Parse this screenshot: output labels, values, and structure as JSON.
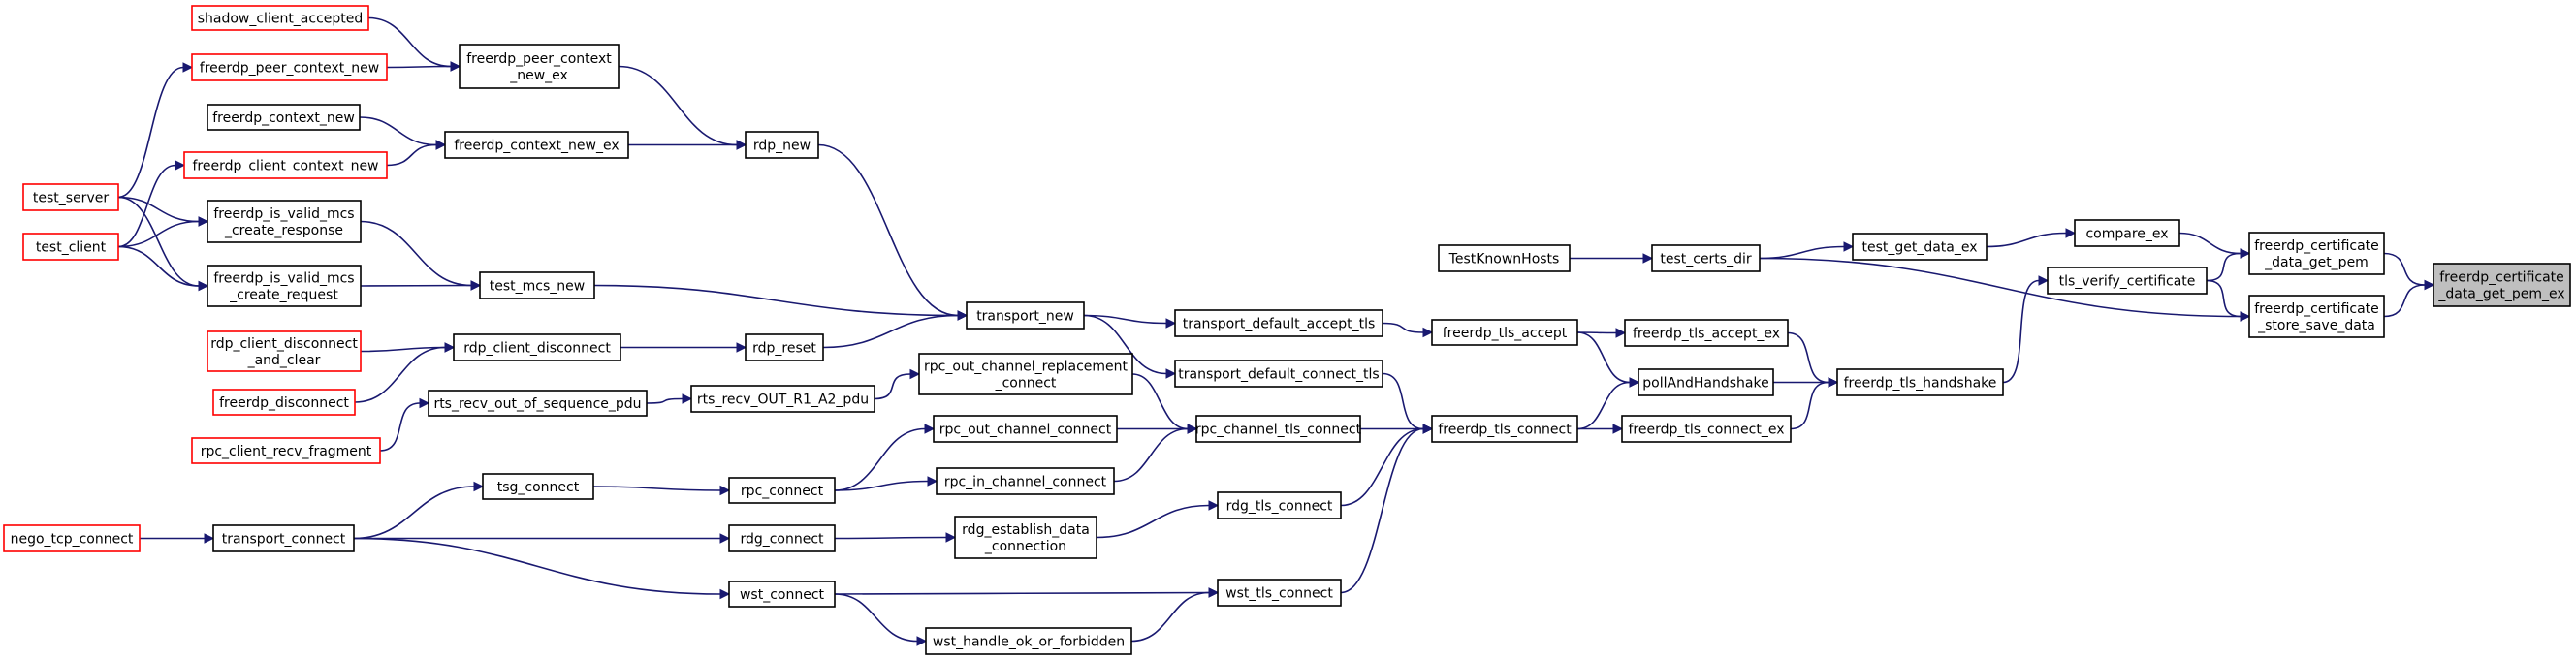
{
  "colors": {
    "edge": "#191970",
    "node_border": "#000000",
    "truncated_node_border": "#ff0000",
    "root_fill": "#bfbfbf",
    "node_fill": "#ffffff"
  },
  "nodes": [
    {
      "id": "shadow_client_accepted",
      "lines": [
        "shadow_client_accepted"
      ],
      "truncated": true
    },
    {
      "id": "freerdp_peer_context_new",
      "lines": [
        "freerdp_peer_context_new"
      ],
      "truncated": true
    },
    {
      "id": "freerdp_peer_context_new_ex",
      "lines": [
        "freerdp_peer_context",
        "_new_ex"
      ]
    },
    {
      "id": "freerdp_context_new",
      "lines": [
        "freerdp_context_new"
      ]
    },
    {
      "id": "freerdp_context_new_ex",
      "lines": [
        "freerdp_context_new_ex"
      ]
    },
    {
      "id": "freerdp_client_context_new",
      "lines": [
        "freerdp_client_context_new"
      ],
      "truncated": true
    },
    {
      "id": "test_server",
      "lines": [
        "test_server"
      ],
      "truncated": true
    },
    {
      "id": "test_client",
      "lines": [
        "test_client"
      ],
      "truncated": true
    },
    {
      "id": "freerdp_is_valid_mcs_create_response",
      "lines": [
        "freerdp_is_valid_mcs",
        "_create_response"
      ]
    },
    {
      "id": "freerdp_is_valid_mcs_create_request",
      "lines": [
        "freerdp_is_valid_mcs",
        "_create_request"
      ]
    },
    {
      "id": "rdp_new",
      "lines": [
        "rdp_new"
      ]
    },
    {
      "id": "test_mcs_new",
      "lines": [
        "test_mcs_new"
      ]
    },
    {
      "id": "rdp_client_disconnect_and_clear",
      "lines": [
        "rdp_client_disconnect",
        "_and_clear"
      ],
      "truncated": true
    },
    {
      "id": "freerdp_disconnect",
      "lines": [
        "freerdp_disconnect"
      ],
      "truncated": true
    },
    {
      "id": "rpc_client_recv_fragment",
      "lines": [
        "rpc_client_recv_fragment"
      ],
      "truncated": true
    },
    {
      "id": "rdp_client_disconnect",
      "lines": [
        "rdp_client_disconnect"
      ]
    },
    {
      "id": "rdp_reset",
      "lines": [
        "rdp_reset"
      ]
    },
    {
      "id": "rts_recv_out_of_sequence_pdu",
      "lines": [
        "rts_recv_out_of_sequence_pdu"
      ]
    },
    {
      "id": "rts_recv_OUT_R1_A2_pdu",
      "lines": [
        "rts_recv_OUT_R1_A2_pdu"
      ]
    },
    {
      "id": "nego_tcp_connect",
      "lines": [
        "nego_tcp_connect"
      ],
      "truncated": true
    },
    {
      "id": "transport_connect",
      "lines": [
        "transport_connect"
      ]
    },
    {
      "id": "tsg_connect",
      "lines": [
        "tsg_connect"
      ]
    },
    {
      "id": "rpc_connect",
      "lines": [
        "rpc_connect"
      ]
    },
    {
      "id": "rdg_connect",
      "lines": [
        "rdg_connect"
      ]
    },
    {
      "id": "wst_connect",
      "lines": [
        "wst_connect"
      ]
    },
    {
      "id": "transport_new",
      "lines": [
        "transport_new"
      ]
    },
    {
      "id": "rpc_out_channel_replacement_connect",
      "lines": [
        "rpc_out_channel_replacement",
        "_connect"
      ]
    },
    {
      "id": "rpc_out_channel_connect",
      "lines": [
        "rpc_out_channel_connect"
      ]
    },
    {
      "id": "rpc_in_channel_connect",
      "lines": [
        "rpc_in_channel_connect"
      ]
    },
    {
      "id": "rdg_establish_data_connection",
      "lines": [
        "rdg_establish_data",
        "_connection"
      ]
    },
    {
      "id": "wst_handle_ok_or_forbidden",
      "lines": [
        "wst_handle_ok_or_forbidden"
      ]
    },
    {
      "id": "transport_default_accept_tls",
      "lines": [
        "transport_default_accept_tls"
      ]
    },
    {
      "id": "transport_default_connect_tls",
      "lines": [
        "transport_default_connect_tls"
      ]
    },
    {
      "id": "rpc_channel_tls_connect",
      "lines": [
        "rpc_channel_tls_connect"
      ]
    },
    {
      "id": "rdg_tls_connect",
      "lines": [
        "rdg_tls_connect"
      ]
    },
    {
      "id": "wst_tls_connect",
      "lines": [
        "wst_tls_connect"
      ]
    },
    {
      "id": "TestKnownHosts",
      "lines": [
        "TestKnownHosts"
      ]
    },
    {
      "id": "freerdp_tls_accept",
      "lines": [
        "freerdp_tls_accept"
      ]
    },
    {
      "id": "freerdp_tls_connect",
      "lines": [
        "freerdp_tls_connect"
      ]
    },
    {
      "id": "test_certs_dir",
      "lines": [
        "test_certs_dir"
      ]
    },
    {
      "id": "freerdp_tls_accept_ex",
      "lines": [
        "freerdp_tls_accept_ex"
      ]
    },
    {
      "id": "pollAndHandshake",
      "lines": [
        "pollAndHandshake"
      ]
    },
    {
      "id": "freerdp_tls_connect_ex",
      "lines": [
        "freerdp_tls_connect_ex"
      ]
    },
    {
      "id": "test_get_data_ex",
      "lines": [
        "test_get_data_ex"
      ]
    },
    {
      "id": "freerdp_tls_handshake",
      "lines": [
        "freerdp_tls_handshake"
      ]
    },
    {
      "id": "compare_ex",
      "lines": [
        "compare_ex"
      ]
    },
    {
      "id": "tls_verify_certificate",
      "lines": [
        "tls_verify_certificate"
      ]
    },
    {
      "id": "freerdp_certificate_data_get_pem",
      "lines": [
        "freerdp_certificate",
        "_data_get_pem"
      ]
    },
    {
      "id": "freerdp_certificate_store_save_data",
      "lines": [
        "freerdp_certificate",
        "_store_save_data"
      ]
    },
    {
      "id": "freerdp_certificate_data_get_pem_ex",
      "lines": [
        "freerdp_certificate",
        "_data_get_pem_ex"
      ],
      "root": true
    }
  ],
  "edges": [
    [
      "shadow_client_accepted",
      "freerdp_peer_context_new_ex"
    ],
    [
      "freerdp_peer_context_new",
      "freerdp_peer_context_new_ex"
    ],
    [
      "test_server",
      "freerdp_peer_context_new"
    ],
    [
      "freerdp_peer_context_new_ex",
      "rdp_new"
    ],
    [
      "freerdp_context_new",
      "freerdp_context_new_ex"
    ],
    [
      "freerdp_client_context_new",
      "freerdp_context_new_ex"
    ],
    [
      "test_client",
      "freerdp_client_context_new"
    ],
    [
      "freerdp_context_new_ex",
      "rdp_new"
    ],
    [
      "rdp_new",
      "transport_new"
    ],
    [
      "test_server",
      "freerdp_is_valid_mcs_create_response"
    ],
    [
      "test_client",
      "freerdp_is_valid_mcs_create_response"
    ],
    [
      "test_server",
      "freerdp_is_valid_mcs_create_request"
    ],
    [
      "test_client",
      "freerdp_is_valid_mcs_create_request"
    ],
    [
      "freerdp_is_valid_mcs_create_response",
      "test_mcs_new"
    ],
    [
      "freerdp_is_valid_mcs_create_request",
      "test_mcs_new"
    ],
    [
      "test_mcs_new",
      "transport_new"
    ],
    [
      "rdp_client_disconnect_and_clear",
      "rdp_client_disconnect"
    ],
    [
      "freerdp_disconnect",
      "rdp_client_disconnect"
    ],
    [
      "rdp_client_disconnect",
      "rdp_reset"
    ],
    [
      "rdp_reset",
      "transport_new"
    ],
    [
      "rpc_client_recv_fragment",
      "rts_recv_out_of_sequence_pdu"
    ],
    [
      "rts_recv_out_of_sequence_pdu",
      "rts_recv_OUT_R1_A2_pdu"
    ],
    [
      "rts_recv_OUT_R1_A2_pdu",
      "rpc_out_channel_replacement_connect"
    ],
    [
      "nego_tcp_connect",
      "transport_connect"
    ],
    [
      "transport_connect",
      "tsg_connect"
    ],
    [
      "transport_connect",
      "rdg_connect"
    ],
    [
      "transport_connect",
      "wst_connect"
    ],
    [
      "tsg_connect",
      "rpc_connect"
    ],
    [
      "rpc_connect",
      "rpc_out_channel_connect"
    ],
    [
      "rpc_connect",
      "rpc_in_channel_connect"
    ],
    [
      "rdg_connect",
      "rdg_establish_data_connection"
    ],
    [
      "wst_connect",
      "wst_tls_connect"
    ],
    [
      "wst_connect",
      "wst_handle_ok_or_forbidden"
    ],
    [
      "wst_handle_ok_or_forbidden",
      "wst_tls_connect"
    ],
    [
      "transport_new",
      "transport_default_accept_tls"
    ],
    [
      "transport_new",
      "transport_default_connect_tls"
    ],
    [
      "rpc_out_channel_replacement_connect",
      "rpc_channel_tls_connect"
    ],
    [
      "rpc_out_channel_connect",
      "rpc_channel_tls_connect"
    ],
    [
      "rpc_in_channel_connect",
      "rpc_channel_tls_connect"
    ],
    [
      "rdg_establish_data_connection",
      "rdg_tls_connect"
    ],
    [
      "transport_default_accept_tls",
      "freerdp_tls_accept"
    ],
    [
      "transport_default_connect_tls",
      "freerdp_tls_connect"
    ],
    [
      "rpc_channel_tls_connect",
      "freerdp_tls_connect"
    ],
    [
      "rdg_tls_connect",
      "freerdp_tls_connect"
    ],
    [
      "wst_tls_connect",
      "freerdp_tls_connect"
    ],
    [
      "freerdp_tls_accept",
      "freerdp_tls_accept_ex"
    ],
    [
      "freerdp_tls_accept",
      "pollAndHandshake"
    ],
    [
      "freerdp_tls_connect",
      "pollAndHandshake"
    ],
    [
      "freerdp_tls_connect",
      "freerdp_tls_connect_ex"
    ],
    [
      "TestKnownHosts",
      "test_certs_dir"
    ],
    [
      "test_certs_dir",
      "test_get_data_ex"
    ],
    [
      "test_certs_dir",
      "freerdp_certificate_store_save_data"
    ],
    [
      "freerdp_tls_accept_ex",
      "freerdp_tls_handshake"
    ],
    [
      "pollAndHandshake",
      "freerdp_tls_handshake"
    ],
    [
      "freerdp_tls_connect_ex",
      "freerdp_tls_handshake"
    ],
    [
      "freerdp_tls_handshake",
      "tls_verify_certificate"
    ],
    [
      "test_get_data_ex",
      "compare_ex"
    ],
    [
      "compare_ex",
      "freerdp_certificate_data_get_pem"
    ],
    [
      "tls_verify_certificate",
      "freerdp_certificate_data_get_pem"
    ],
    [
      "tls_verify_certificate",
      "freerdp_certificate_store_save_data"
    ],
    [
      "freerdp_certificate_data_get_pem",
      "freerdp_certificate_data_get_pem_ex"
    ],
    [
      "freerdp_certificate_store_save_data",
      "freerdp_certificate_data_get_pem_ex"
    ]
  ]
}
